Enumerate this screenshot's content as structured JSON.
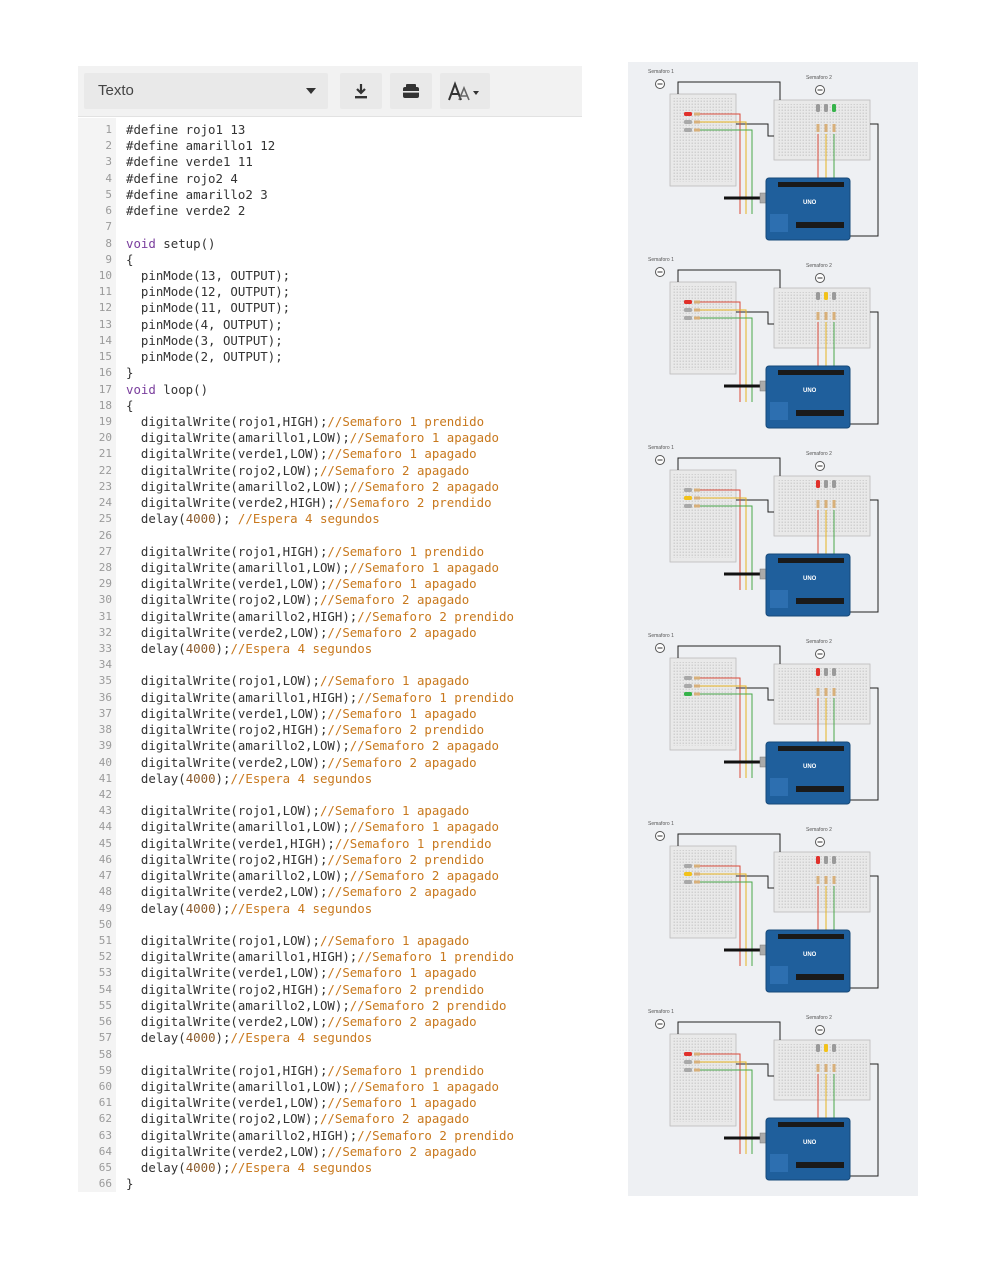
{
  "toolbar": {
    "mode_label": "Texto",
    "download_icon": "download-icon",
    "library_icon": "library-icon",
    "font_size_icon": "font-size-icon"
  },
  "code": {
    "lines": [
      [
        {
          "t": "#define rojo1 13",
          "c": ""
        }
      ],
      [
        {
          "t": "#define amarillo1 12",
          "c": ""
        }
      ],
      [
        {
          "t": "#define verde1 11",
          "c": ""
        }
      ],
      [
        {
          "t": "#define rojo2 4",
          "c": ""
        }
      ],
      [
        {
          "t": "#define amarillo2 3",
          "c": ""
        }
      ],
      [
        {
          "t": "#define verde2 2",
          "c": ""
        }
      ],
      [],
      [
        {
          "t": "void",
          "c": "kw"
        },
        {
          "t": " setup()",
          "c": ""
        }
      ],
      [
        {
          "t": "{",
          "c": ""
        }
      ],
      [
        {
          "t": "  pinMode(13, OUTPUT);",
          "c": ""
        }
      ],
      [
        {
          "t": "  pinMode(12, OUTPUT);",
          "c": ""
        }
      ],
      [
        {
          "t": "  pinMode(11, OUTPUT);",
          "c": ""
        }
      ],
      [
        {
          "t": "  pinMode(4, OUTPUT);",
          "c": ""
        }
      ],
      [
        {
          "t": "  pinMode(3, OUTPUT);",
          "c": ""
        }
      ],
      [
        {
          "t": "  pinMode(2, OUTPUT);",
          "c": ""
        }
      ],
      [
        {
          "t": "}",
          "c": ""
        }
      ],
      [
        {
          "t": "void",
          "c": "kw"
        },
        {
          "t": " loop()",
          "c": ""
        }
      ],
      [
        {
          "t": "{",
          "c": ""
        }
      ],
      [
        {
          "t": "  digitalWrite(rojo1,HIGH);",
          "c": ""
        },
        {
          "t": "//Semaforo 1 prendido",
          "c": "cm"
        }
      ],
      [
        {
          "t": "  digitalWrite(amarillo1,LOW);",
          "c": ""
        },
        {
          "t": "//Semaforo 1 apagado",
          "c": "cm"
        }
      ],
      [
        {
          "t": "  digitalWrite(verde1,LOW);",
          "c": ""
        },
        {
          "t": "//Semaforo 1 apagado",
          "c": "cm"
        }
      ],
      [
        {
          "t": "  digitalWrite(rojo2,LOW);",
          "c": ""
        },
        {
          "t": "//Semaforo 2 apagado",
          "c": "cm"
        }
      ],
      [
        {
          "t": "  digitalWrite(amarillo2,LOW);",
          "c": ""
        },
        {
          "t": "//Semaforo 2 apagado",
          "c": "cm"
        }
      ],
      [
        {
          "t": "  digitalWrite(verde2,HIGH);",
          "c": ""
        },
        {
          "t": "//Semaforo 2 prendido",
          "c": "cm"
        }
      ],
      [
        {
          "t": "  delay(",
          "c": ""
        },
        {
          "t": "4000",
          "c": "num"
        },
        {
          "t": "); ",
          "c": ""
        },
        {
          "t": "//Espera 4 segundos",
          "c": "cm"
        }
      ],
      [],
      [
        {
          "t": "  digitalWrite(rojo1,HIGH);",
          "c": ""
        },
        {
          "t": "//Semaforo 1 prendido",
          "c": "cm"
        }
      ],
      [
        {
          "t": "  digitalWrite(amarillo1,LOW);",
          "c": ""
        },
        {
          "t": "//Semaforo 1 apagado",
          "c": "cm"
        }
      ],
      [
        {
          "t": "  digitalWrite(verde1,LOW);",
          "c": ""
        },
        {
          "t": "//Semaforo 1 apagado",
          "c": "cm"
        }
      ],
      [
        {
          "t": "  digitalWrite(rojo2,LOW);",
          "c": ""
        },
        {
          "t": "//Semaforo 2 apagado",
          "c": "cm"
        }
      ],
      [
        {
          "t": "  digitalWrite(amarillo2,HIGH);",
          "c": ""
        },
        {
          "t": "//Semaforo 2 prendido",
          "c": "cm"
        }
      ],
      [
        {
          "t": "  digitalWrite(verde2,LOW);",
          "c": ""
        },
        {
          "t": "//Semaforo 2 apagado",
          "c": "cm"
        }
      ],
      [
        {
          "t": "  delay(",
          "c": ""
        },
        {
          "t": "4000",
          "c": "num"
        },
        {
          "t": ");",
          "c": ""
        },
        {
          "t": "//Espera 4 segundos",
          "c": "cm"
        }
      ],
      [],
      [
        {
          "t": "  digitalWrite(rojo1,LOW);",
          "c": ""
        },
        {
          "t": "//Semaforo 1 apagado",
          "c": "cm"
        }
      ],
      [
        {
          "t": "  digitalWrite(amarillo1,HIGH);",
          "c": ""
        },
        {
          "t": "//Semaforo 1 prendido",
          "c": "cm"
        }
      ],
      [
        {
          "t": "  digitalWrite(verde1,LOW);",
          "c": ""
        },
        {
          "t": "//Semaforo 1 apagado",
          "c": "cm"
        }
      ],
      [
        {
          "t": "  digitalWrite(rojo2,HIGH);",
          "c": ""
        },
        {
          "t": "//Semaforo 2 prendido",
          "c": "cm"
        }
      ],
      [
        {
          "t": "  digitalWrite(amarillo2,LOW);",
          "c": ""
        },
        {
          "t": "//Semaforo 2 apagado",
          "c": "cm"
        }
      ],
      [
        {
          "t": "  digitalWrite(verde2,LOW);",
          "c": ""
        },
        {
          "t": "//Semaforo 2 apagado",
          "c": "cm"
        }
      ],
      [
        {
          "t": "  delay(",
          "c": ""
        },
        {
          "t": "4000",
          "c": "num"
        },
        {
          "t": ");",
          "c": ""
        },
        {
          "t": "//Espera 4 segundos",
          "c": "cm"
        }
      ],
      [],
      [
        {
          "t": "  digitalWrite(rojo1,LOW);",
          "c": ""
        },
        {
          "t": "//Semaforo 1 apagado",
          "c": "cm"
        }
      ],
      [
        {
          "t": "  digitalWrite(amarillo1,LOW);",
          "c": ""
        },
        {
          "t": "//Semaforo 1 apagado",
          "c": "cm"
        }
      ],
      [
        {
          "t": "  digitalWrite(verde1,HIGH);",
          "c": ""
        },
        {
          "t": "//Semaforo 1 prendido",
          "c": "cm"
        }
      ],
      [
        {
          "t": "  digitalWrite(rojo2,HIGH);",
          "c": ""
        },
        {
          "t": "//Semaforo 2 prendido",
          "c": "cm"
        }
      ],
      [
        {
          "t": "  digitalWrite(amarillo2,LOW);",
          "c": ""
        },
        {
          "t": "//Semaforo 2 apagado",
          "c": "cm"
        }
      ],
      [
        {
          "t": "  digitalWrite(verde2,LOW);",
          "c": ""
        },
        {
          "t": "//Semaforo 2 apagado",
          "c": "cm"
        }
      ],
      [
        {
          "t": "  delay(",
          "c": ""
        },
        {
          "t": "4000",
          "c": "num"
        },
        {
          "t": ");",
          "c": ""
        },
        {
          "t": "//Espera 4 segundos",
          "c": "cm"
        }
      ],
      [],
      [
        {
          "t": "  digitalWrite(rojo1,LOW);",
          "c": ""
        },
        {
          "t": "//Semaforo 1 apagado",
          "c": "cm"
        }
      ],
      [
        {
          "t": "  digitalWrite(amarillo1,HIGH);",
          "c": ""
        },
        {
          "t": "//Semaforo 1 prendido",
          "c": "cm"
        }
      ],
      [
        {
          "t": "  digitalWrite(verde1,LOW);",
          "c": ""
        },
        {
          "t": "//Semaforo 1 apagado",
          "c": "cm"
        }
      ],
      [
        {
          "t": "  digitalWrite(rojo2,HIGH);",
          "c": ""
        },
        {
          "t": "//Semaforo 2 prendido",
          "c": "cm"
        }
      ],
      [
        {
          "t": "  digitalWrite(amarillo2,LOW);",
          "c": ""
        },
        {
          "t": "//Semaforo 2 prendido",
          "c": "cm"
        }
      ],
      [
        {
          "t": "  digitalWrite(verde2,LOW);",
          "c": ""
        },
        {
          "t": "//Semaforo 2 apagado",
          "c": "cm"
        }
      ],
      [
        {
          "t": "  delay(",
          "c": ""
        },
        {
          "t": "4000",
          "c": "num"
        },
        {
          "t": ");",
          "c": ""
        },
        {
          "t": "//Espera 4 segundos",
          "c": "cm"
        }
      ],
      [],
      [
        {
          "t": "  digitalWrite(rojo1,HIGH);",
          "c": ""
        },
        {
          "t": "//Semaforo 1 prendido",
          "c": "cm"
        }
      ],
      [
        {
          "t": "  digitalWrite(amarillo1,LOW);",
          "c": ""
        },
        {
          "t": "//Semaforo 1 apagado",
          "c": "cm"
        }
      ],
      [
        {
          "t": "  digitalWrite(verde1,LOW);",
          "c": ""
        },
        {
          "t": "//Semaforo 1 apagado",
          "c": "cm"
        }
      ],
      [
        {
          "t": "  digitalWrite(rojo2,LOW);",
          "c": ""
        },
        {
          "t": "//Semaforo 2 apagado",
          "c": "cm"
        }
      ],
      [
        {
          "t": "  digitalWrite(amarillo2,HIGH);",
          "c": ""
        },
        {
          "t": "//Semaforo 2 prendido",
          "c": "cm"
        }
      ],
      [
        {
          "t": "  digitalWrite(verde2,LOW);",
          "c": ""
        },
        {
          "t": "//Semaforo 2 apagado",
          "c": "cm"
        }
      ],
      [
        {
          "t": "  delay(",
          "c": ""
        },
        {
          "t": "4000",
          "c": "num"
        },
        {
          "t": ");",
          "c": ""
        },
        {
          "t": "//Espera 4 segundos",
          "c": "cm"
        }
      ],
      [
        {
          "t": "}",
          "c": ""
        }
      ]
    ]
  },
  "circuits": {
    "label_1": "Semaforo 1",
    "label_2": "Semaforo 2",
    "board_logo": "UNO",
    "states": [
      {
        "s1": [
          1,
          0,
          0
        ],
        "s2": [
          0,
          0,
          1
        ]
      },
      {
        "s1": [
          1,
          0,
          0
        ],
        "s2": [
          0,
          1,
          0
        ]
      },
      {
        "s1": [
          0,
          1,
          0
        ],
        "s2": [
          1,
          0,
          0
        ]
      },
      {
        "s1": [
          0,
          0,
          1
        ],
        "s2": [
          1,
          0,
          0
        ]
      },
      {
        "s1": [
          0,
          1,
          0
        ],
        "s2": [
          1,
          0,
          0
        ]
      },
      {
        "s1": [
          1,
          0,
          0
        ],
        "s2": [
          0,
          1,
          0
        ]
      }
    ]
  },
  "colors": {
    "keyword": "#7a3e9d",
    "comment": "#c8781d",
    "number": "#8a5a2a",
    "led_red": "#e0302a",
    "led_yellow": "#f2c21b",
    "led_green": "#36b34a",
    "arduino_blue": "#1f5f9c"
  }
}
